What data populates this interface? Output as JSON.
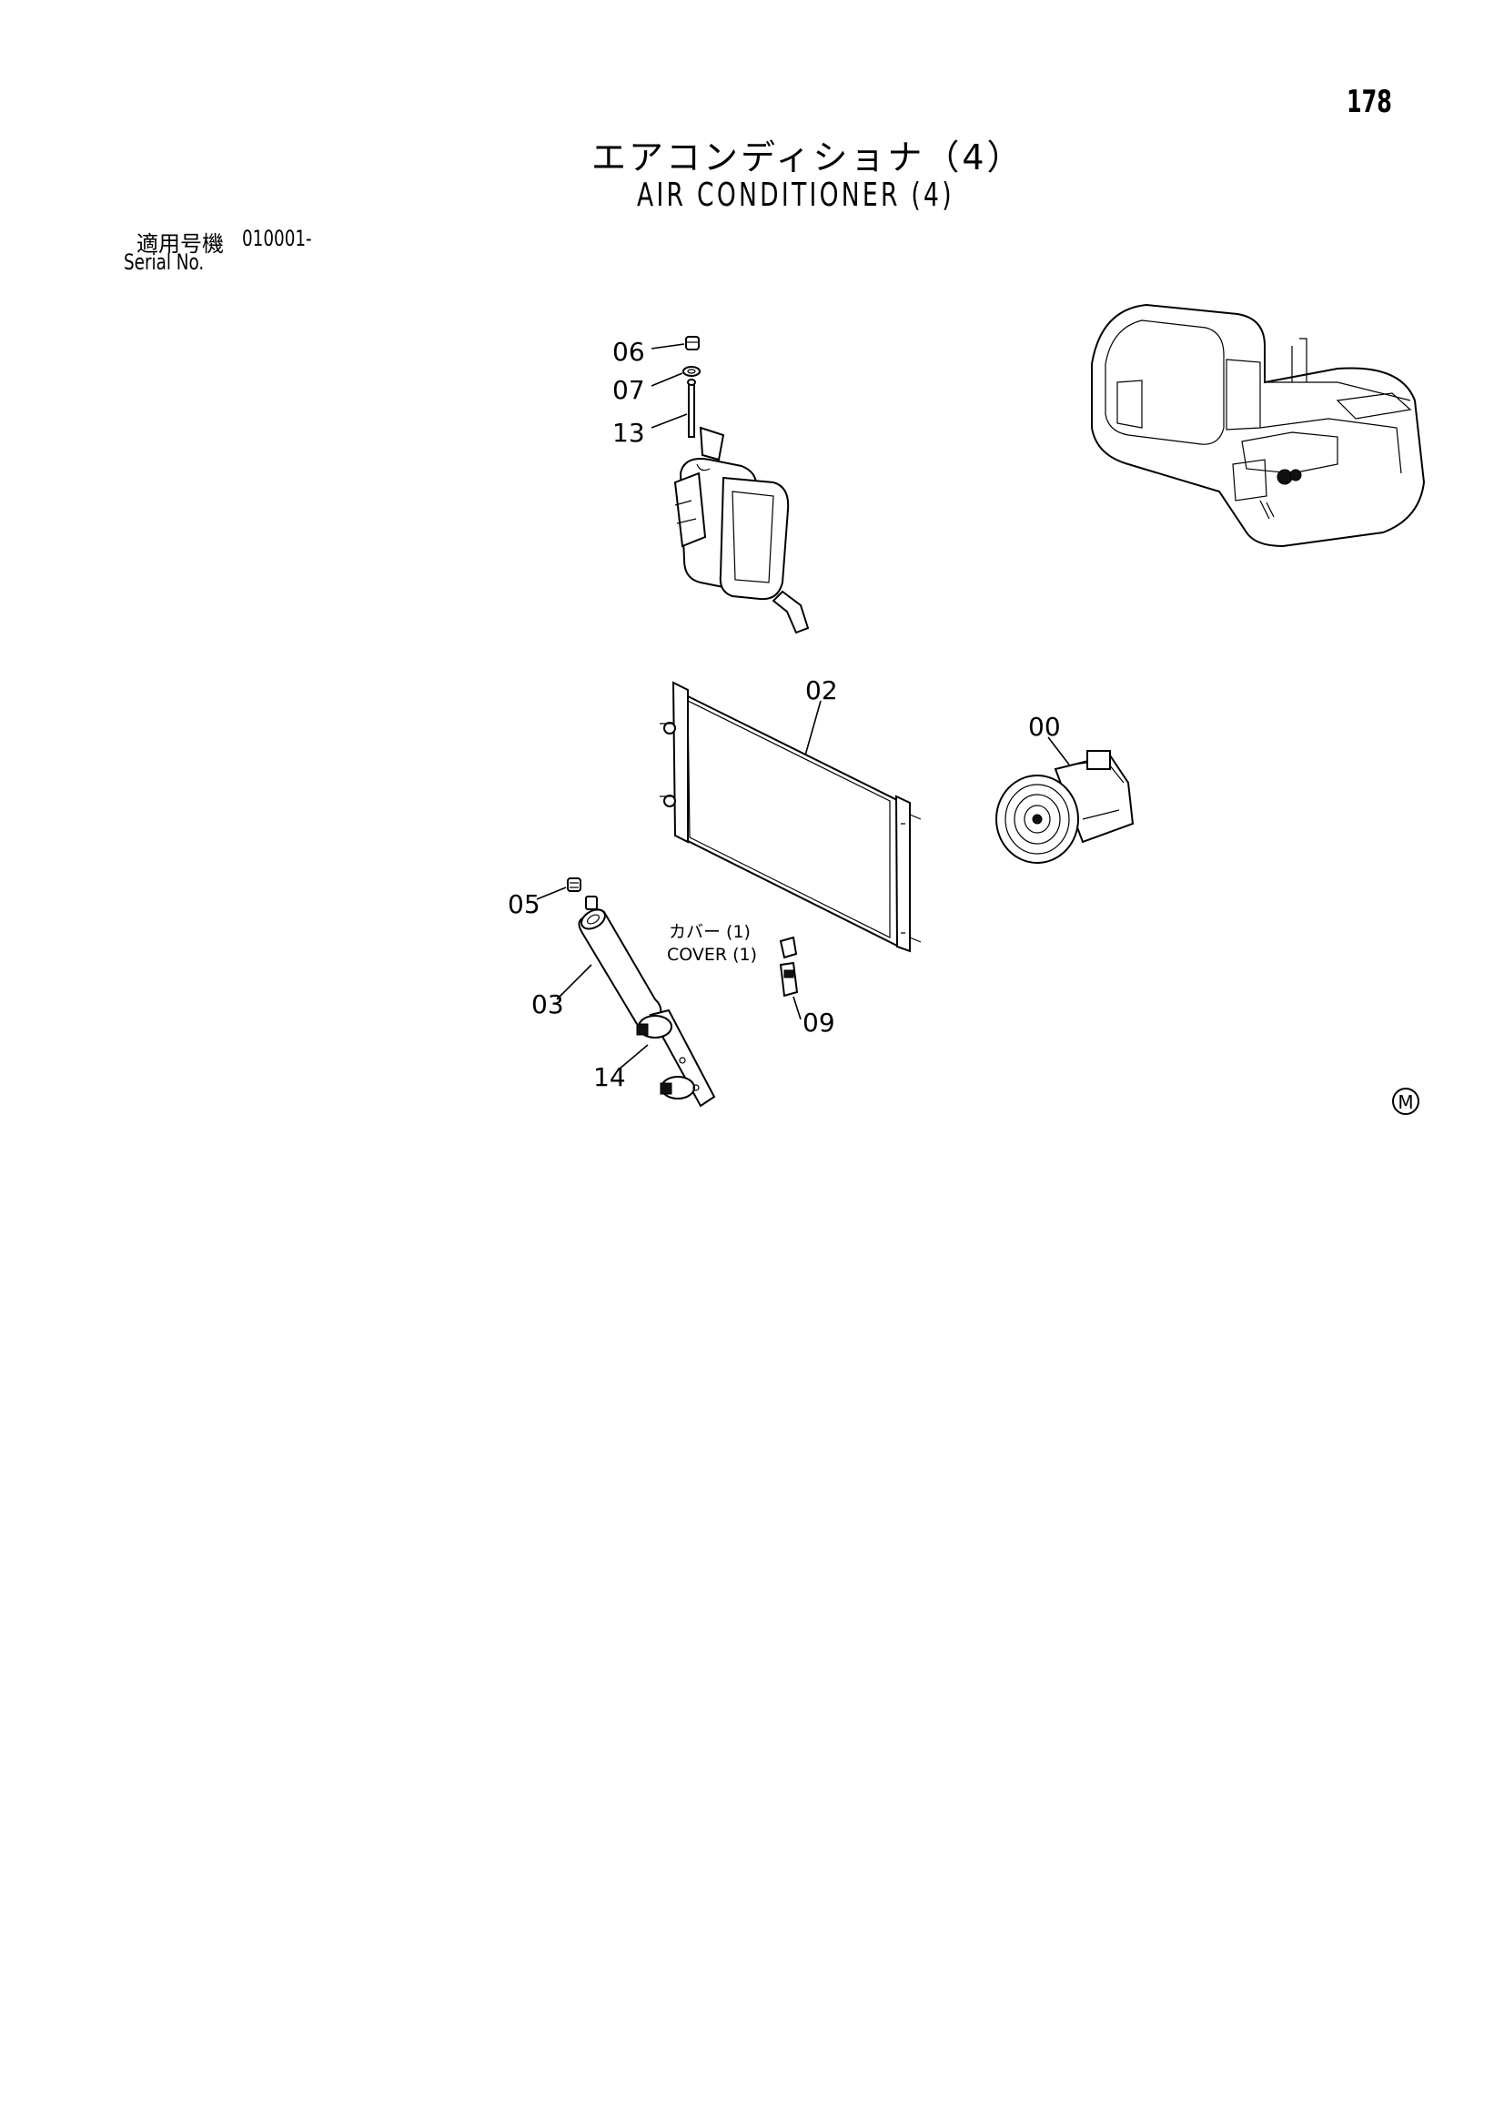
{
  "page": {
    "number": "178",
    "title_jp": "エアコンディショナ（4）",
    "title_en": "AIR CONDITIONER (4)",
    "serial_label_jp": "適用号機",
    "serial_value": "010001-",
    "serial_label_en": "Serial No.",
    "mark": "M"
  },
  "callouts": {
    "c06": "06",
    "c07": "07",
    "c13": "13",
    "c02": "02",
    "c00": "00",
    "c05": "05",
    "c03": "03",
    "c14": "14",
    "c09": "09"
  },
  "notes": {
    "cover_jp": "カバー (1)",
    "cover_en": "COVER (1)"
  }
}
